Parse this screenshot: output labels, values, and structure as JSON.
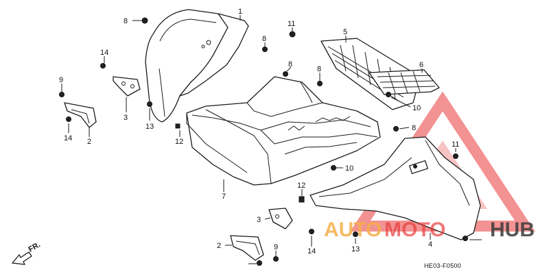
{
  "diagram": {
    "callouts": {
      "p1": "1",
      "p5": "5",
      "p6": "6",
      "p7": "7",
      "p4": "4",
      "p11a": "11",
      "p11b": "11",
      "p8a": "8",
      "p8b": "8",
      "p8c": "8",
      "p8d": "8",
      "p8e": "8",
      "p14a": "14",
      "p14b": "14",
      "p14c": "14",
      "p9a": "9",
      "p9b": "9",
      "p3a": "3",
      "p3b": "3",
      "p2a": "2",
      "p2b": "2",
      "p13a": "13",
      "p13b": "13",
      "p12a": "12",
      "p12b": "12",
      "p10a": "10",
      "p10b": "10"
    },
    "front_label": "FR.",
    "diagram_code": "HE03-F0500"
  },
  "watermark": {
    "part1": "AUTO",
    "part2": "MOTO",
    "part3": "HUB",
    "color_orange": "#f5b04a",
    "color_red": "#e83a3a",
    "color_dark": "#3a3a3a"
  }
}
